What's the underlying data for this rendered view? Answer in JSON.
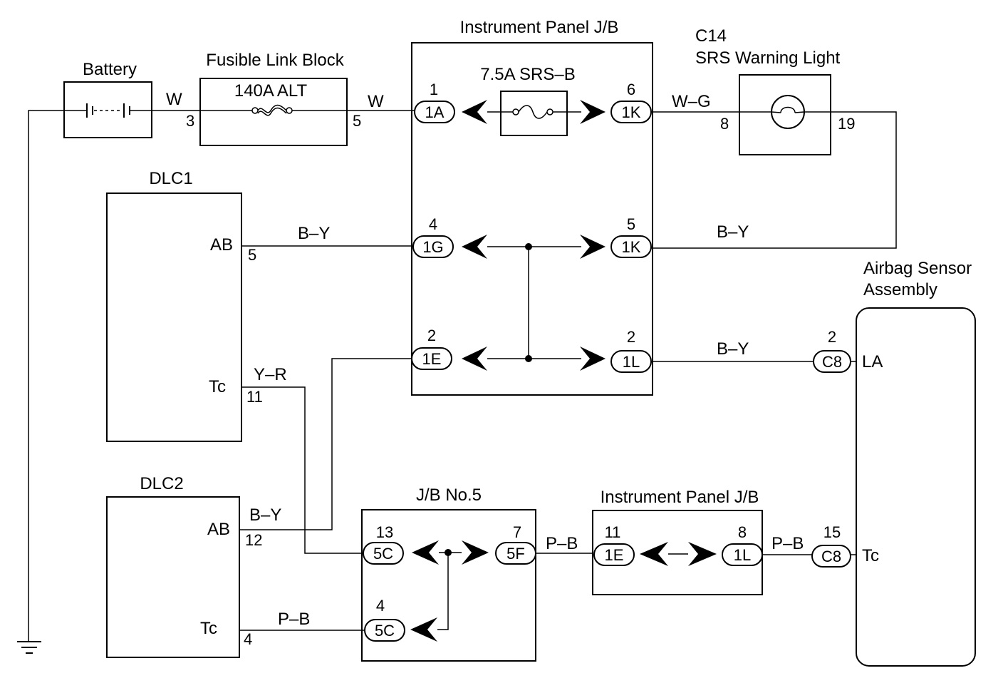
{
  "components": {
    "battery": "Battery",
    "fusible_link_block": "Fusible Link Block",
    "fusible_link_rating": "140A ALT",
    "ip_jb_top": "Instrument Panel J/B",
    "fuse_srs": "7.5A SRS–B",
    "warning_light_code": "C14",
    "warning_light_name": "SRS Warning Light",
    "dlc1": "DLC1",
    "dlc2": "DLC2",
    "airbag_sensor_line1": "Airbag Sensor",
    "airbag_sensor_line2": "Assembly",
    "jb_no5": "J/B No.5",
    "ip_jb_bottom": "Instrument Panel J/B"
  },
  "terminals": {
    "dlc1_ab": "AB",
    "dlc1_tc": "Tc",
    "dlc2_ab": "AB",
    "dlc2_tc": "Tc",
    "sensor_la": "LA",
    "sensor_tc": "Tc"
  },
  "wire_colors": {
    "bat_to_fl": "W",
    "fl_to_jb": "W",
    "jb_to_light": "W–G",
    "dlc1_ab": "B–Y",
    "light_return": "B–Y",
    "sensor_la": "B–Y",
    "dlc1_tc": "Y–R",
    "dlc2_ab": "B–Y",
    "jb5_to_ipjb": "P–B",
    "ipjb_to_sensor": "P–B",
    "dlc2_tc": "P–B"
  },
  "pins": {
    "fl_in": "3",
    "fl_out": "5",
    "jb_1a": "1",
    "jb_1k_top": "6",
    "light_in": "8",
    "light_out": "19",
    "dlc1_ab": "5",
    "jb_1g": "4",
    "jb_1k_mid": "5",
    "jb_1e": "2",
    "jb_1l": "2",
    "sensor_la": "2",
    "dlc1_tc": "11",
    "dlc2_ab": "12",
    "dlc2_tc": "4",
    "jb5_5c_top": "13",
    "jb5_5f": "7",
    "jb5_5c_bottom": "4",
    "ipjb_1e": "11",
    "ipjb_1l": "8",
    "sensor_tc": "15"
  },
  "connectors": {
    "jb_1a": "1A",
    "jb_1k_top": "1K",
    "jb_1g": "1G",
    "jb_1k_mid": "1K",
    "jb_1e": "1E",
    "jb_1l": "1L",
    "sensor_c8_la": "C8",
    "jb5_5c_top": "5C",
    "jb5_5f": "5F",
    "jb5_5c_bottom": "5C",
    "ipjb_1e": "1E",
    "ipjb_1l": "1L",
    "sensor_c8_tc": "C8"
  }
}
